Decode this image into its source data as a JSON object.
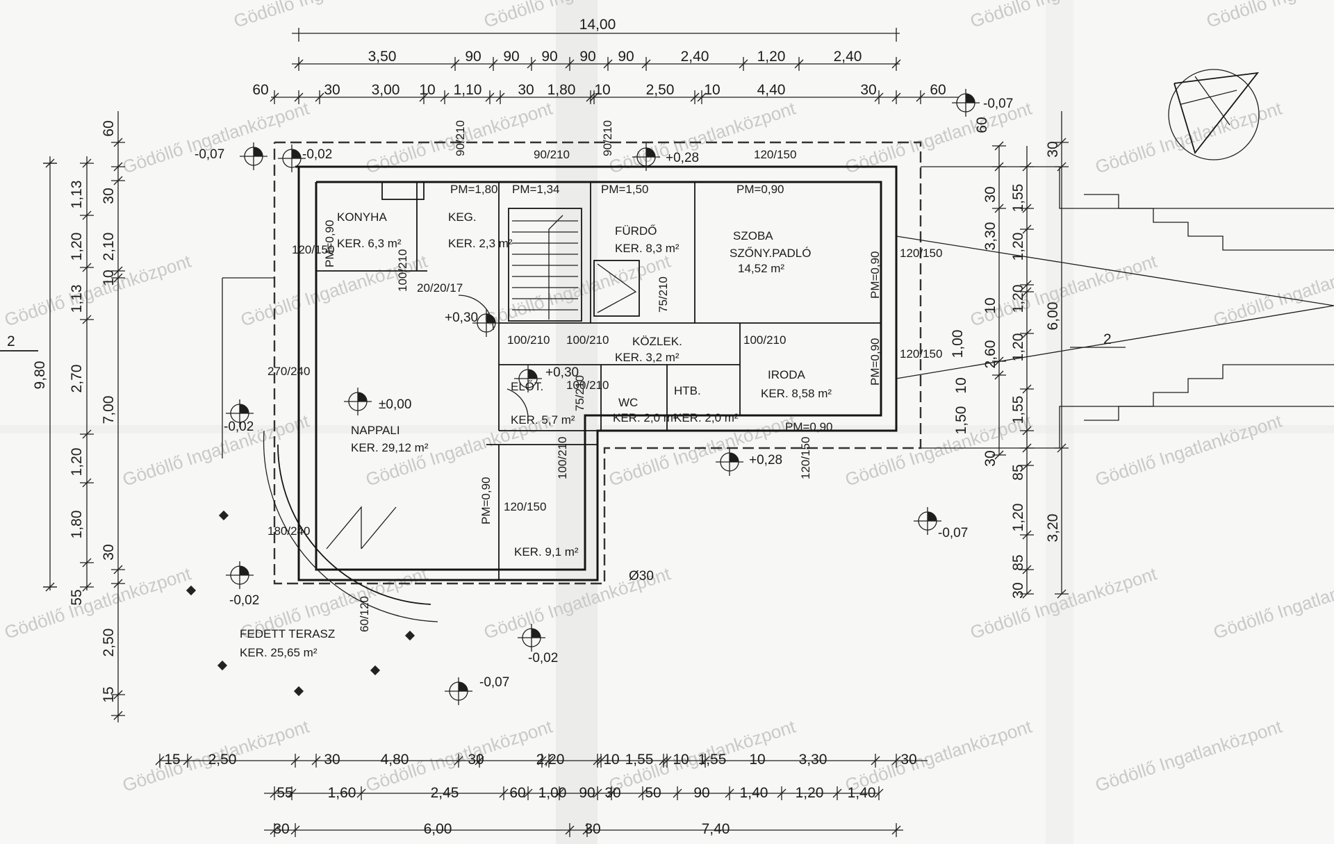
{
  "watermark": "Gödöllő Ingatlanközpont",
  "colors": {
    "ink": "#1e1e1e",
    "paper": "#f7f7f5",
    "watermark": "#c9c9c9",
    "fold": "#d9d9d9"
  },
  "dims_top": {
    "overall": "14,00",
    "row2": [
      "3,50",
      "90",
      "90",
      "90",
      "90",
      "90",
      "2,40",
      "1,20",
      "2,40"
    ],
    "row3": [
      "60",
      "30",
      "3,00",
      "10",
      "1,10",
      "30",
      "1,80",
      "10",
      "2,50",
      "10",
      "4,40",
      "30",
      "60"
    ]
  },
  "dims_bottom": {
    "row1": [
      "15",
      "2,50",
      "30",
      "4,80",
      "30",
      "2,20",
      "10",
      "1,55",
      "10",
      "1,55",
      "10",
      "3,30",
      "30"
    ],
    "row2": [
      "55",
      "1,60",
      "2,45",
      "60",
      "1,00",
      "90",
      "30",
      "50",
      "90",
      "1,40",
      "1,20",
      "1,40"
    ],
    "row3": [
      "30",
      "6,00",
      "30",
      "7,40"
    ]
  },
  "dims_left": {
    "overall": "9,80",
    "col1": [
      "1,13",
      "1,20",
      "1,13",
      "2,70",
      "1,20",
      "1,80",
      "55"
    ],
    "col2": [
      "60",
      "30",
      "2,10",
      "10",
      "7,00",
      "30",
      "2,50",
      "15"
    ]
  },
  "dims_right": {
    "overall": "6,00",
    "col1": [
      "30",
      "1,55",
      "3,30",
      "1,20",
      "10",
      "1,20",
      "2,60",
      "1,20",
      "1,55",
      "10",
      "1,50",
      "30",
      "85",
      "1,20",
      "85",
      "30"
    ],
    "col2": [
      "60",
      "30",
      "3,20"
    ],
    "marker_1": "1,00"
  },
  "section_marker": "2",
  "rooms": [
    {
      "id": "konyha",
      "name": "KONYHA",
      "area": "KER. 6,3 m²"
    },
    {
      "id": "kamra",
      "name": "KEG.",
      "area": "KER. 2,3 m²"
    },
    {
      "id": "furdo",
      "name": "FÜRDŐ",
      "area": "KER. 8,3 m²"
    },
    {
      "id": "szoba",
      "name": "SZOBA",
      "floor": "SZŐNY.PADLÓ",
      "area": "14,52 m²"
    },
    {
      "id": "kozlek",
      "name": "KÖZLEK.",
      "area": "KER. 3,2 m²"
    },
    {
      "id": "iroda",
      "name": "IRODA",
      "area": "KER. 8,58 m²"
    },
    {
      "id": "eloter",
      "name": "ELŐT.",
      "area": "KER. 5,7 m²"
    },
    {
      "id": "wc",
      "name": "WC",
      "area": "KER. 2,0 m²"
    },
    {
      "id": "htb",
      "name": "HTB.",
      "area": "KER. 2,0 m²"
    },
    {
      "id": "nappali",
      "name": "NAPPALI",
      "area": "KER. 29,12 m²"
    },
    {
      "id": "garage",
      "area": "KER. 9,1 m²"
    },
    {
      "id": "terasz",
      "name": "FEDETT TERASZ",
      "area": "KER. 25,65 m²"
    }
  ],
  "sill_heights": [
    "PM=1,80",
    "PM=1,34",
    "PM=1,50",
    "PM=0,90",
    "PM=0,90",
    "PM=0,90",
    "PM=0,90",
    "PM=0,90",
    "PM=0,90"
  ],
  "openings": [
    "120/150",
    "90/210",
    "120/150",
    "100/210",
    "270/240",
    "180/240",
    "120/150",
    "120/150",
    "120/150",
    "100/210",
    "100/210",
    "75/210",
    "100/210",
    "100/210",
    "75/210",
    "120/150",
    "100/210",
    "60/120",
    "90/210",
    "90/210"
  ],
  "stair_note": "20/20/17",
  "elevations": [
    "-0,07",
    "-0,02",
    "+0,28",
    "-0,07",
    "+0,30",
    "±0,00",
    "-0,02",
    "+0,30",
    "+0,28",
    "-0,07",
    "-0,02",
    "-0,02",
    "-0,07",
    "Ø30"
  ]
}
